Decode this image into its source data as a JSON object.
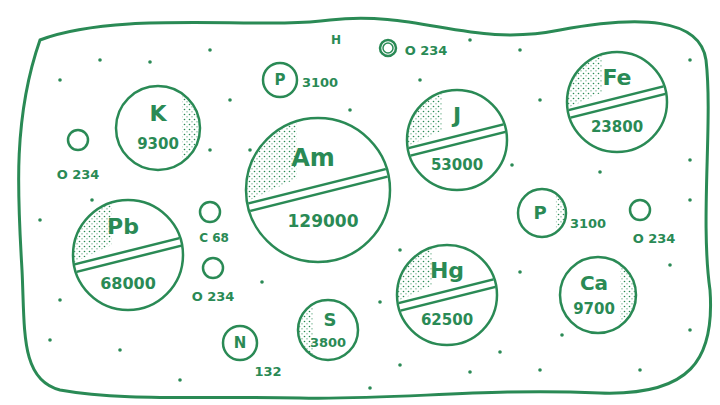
{
  "diagram": {
    "nodes": [
      {
        "text": [
          "P",
          "3100"
        ]
      },
      {
        "text": [
          "O 234"
        ]
      },
      {
        "text": [
          "K",
          "9300"
        ]
      },
      {
        "text": [
          "Fe",
          "23800"
        ]
      },
      {
        "text": [
          "J",
          "53000"
        ]
      },
      {
        "text": [
          "O 234"
        ]
      },
      {
        "text": [
          "Am",
          "129000"
        ]
      },
      {
        "text": [
          "Pb",
          "68000"
        ]
      },
      {
        "text": [
          "C 68"
        ]
      },
      {
        "text": [
          "P",
          "3100"
        ]
      },
      {
        "text": [
          "O 234"
        ]
      },
      {
        "text": [
          "O 234"
        ]
      },
      {
        "text": [
          "Hg",
          "62500"
        ]
      },
      {
        "text": [
          "Ca",
          "9700"
        ]
      },
      {
        "text": [
          "N",
          "132"
        ]
      },
      {
        "text": [
          "S",
          "3800"
        ]
      }
    ],
    "labels": [
      "H"
    ]
  }
}
